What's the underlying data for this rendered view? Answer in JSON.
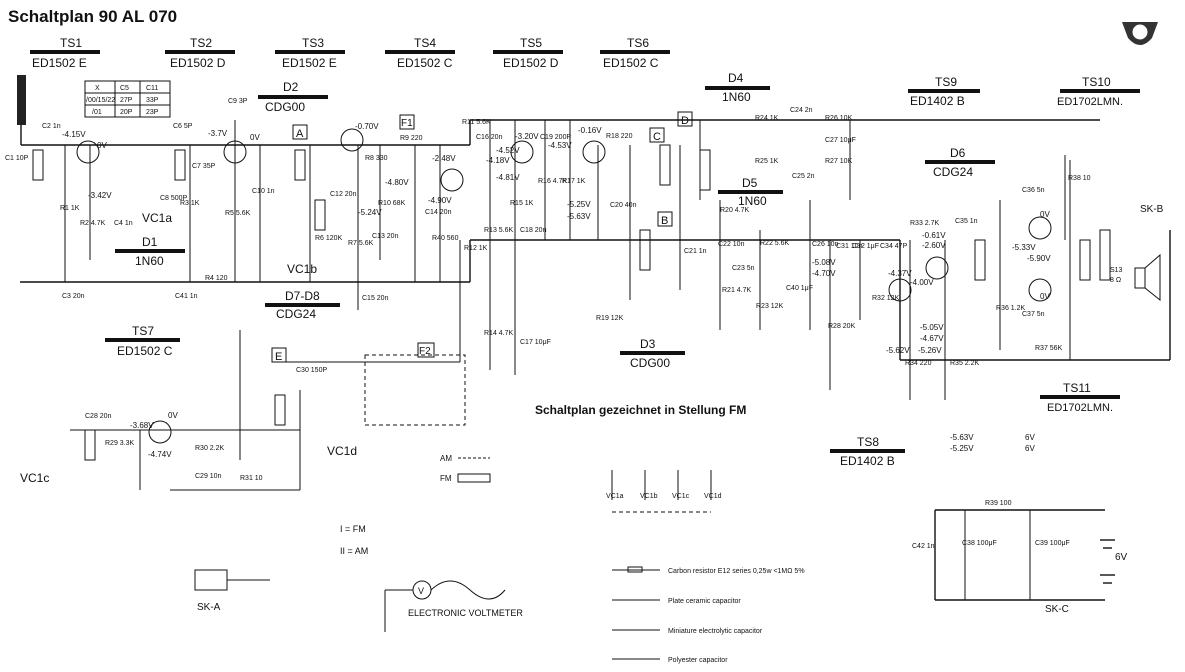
{
  "title": "Schaltplan 90 AL 070",
  "subtitle": "Schaltplan gezeichnet in Stellung FM",
  "transistors": [
    {
      "name": "TS1",
      "type": "ED1502 E"
    },
    {
      "name": "TS2",
      "type": "ED1502 D"
    },
    {
      "name": "TS3",
      "type": "ED1502 E"
    },
    {
      "name": "TS4",
      "type": "ED1502 C"
    },
    {
      "name": "TS5",
      "type": "ED1502 D"
    },
    {
      "name": "TS6",
      "type": "ED1502 C"
    },
    {
      "name": "TS7",
      "type": "ED1502 C"
    },
    {
      "name": "TS8",
      "type": "ED1402 B"
    },
    {
      "name": "TS9",
      "type": "ED1402 B"
    },
    {
      "name": "TS10",
      "type": "ED1702LMN."
    },
    {
      "name": "TS11",
      "type": "ED1702LMN."
    }
  ],
  "diodes": [
    {
      "name": "D1",
      "type": "1N60"
    },
    {
      "name": "D2",
      "type": "CDG00"
    },
    {
      "name": "D3",
      "type": "CDG00"
    },
    {
      "name": "D4",
      "type": "1N60"
    },
    {
      "name": "D5",
      "type": "1N60"
    },
    {
      "name": "D6",
      "type": "CDG24"
    },
    {
      "name": "D7-D8",
      "type": "CDG24"
    }
  ],
  "table": {
    "headers": [
      "X",
      "C5",
      "C11"
    ],
    "rows": [
      [
        "/00/15/22",
        "27P",
        "33P"
      ],
      [
        "/01",
        "20P",
        "23P"
      ]
    ]
  },
  "voltages": [
    "-4.15V",
    "0V",
    "-3.42V",
    "-3.7V",
    "0V",
    "-0.70V",
    "-2.48V",
    "-4.80V",
    "-4.90V",
    "-5.24V",
    "-4.52V",
    "-4.81V",
    "-4.18V",
    "-0.16V",
    "-3.20V",
    "-4.53V",
    "-5.25V",
    "-5.63V",
    "-5.08V",
    "-4.70V",
    "-0.61V",
    "-2.60V",
    "-4.37V",
    "-4.00V",
    "-5.05V",
    "-4.67V",
    "-5.62V",
    "-5.26V",
    "-5.33V",
    "-5.90V",
    "0V",
    "0V",
    "-3.68V",
    "0V",
    "-4.74V",
    "-5.63V",
    "-5.25V",
    "6V",
    "6V"
  ],
  "components": [
    "R1 1K",
    "R2 4.7K",
    "R3 1K",
    "R4 120",
    "R5 5.6K",
    "R6 120K",
    "R7 5.6K",
    "R8 330",
    "R9 220",
    "R10 68K",
    "R11 5.6K",
    "R12 1K",
    "R13 5.6K",
    "R14 4.7K",
    "R15 1K",
    "R16 4.7K",
    "R17 1K",
    "R18 220",
    "R19 12K",
    "R20 4.7K",
    "R21 4.7K",
    "R22 5.6K",
    "R23 12K",
    "R24 1K",
    "R25 1K",
    "R26 10K",
    "R27 10K",
    "R28 20K",
    "R29 3.3K",
    "R30 2.2K",
    "R31 10",
    "R32 12K",
    "R33 2.7K",
    "R34 220",
    "R35 2.2K",
    "R36 1.2K",
    "R37 56K",
    "R38 10",
    "R39 100",
    "R40 560"
  ],
  "capacitors": [
    "C1 10P",
    "C2 1n",
    "C3 20n",
    "C4 1n",
    "C6 5P",
    "C7 35P",
    "C8 500P",
    "C9 3P",
    "C10 1n",
    "C12 20n",
    "C13 20n",
    "C14 20n",
    "C15 20n",
    "C16 20n",
    "C17 10μF",
    "C18 20n",
    "C19 200P",
    "C20 40n",
    "C21 1n",
    "C22 10n",
    "C23 5n",
    "C24 2n",
    "C25 2n",
    "C26 10n",
    "C27 10μF",
    "C28 20n",
    "C29 10n",
    "C30 150P",
    "C31 10n",
    "C32 1μF",
    "C34 47P",
    "C35 1n",
    "C36 5n",
    "C37 5n",
    "C38 100μF",
    "C39 100μF",
    "C40 1μF",
    "C41 1n",
    "C42 1n"
  ],
  "tuning": [
    "VC1a",
    "VC1b",
    "VC1c",
    "VC1d"
  ],
  "switch_labels": {
    "fm": "I = FM",
    "am": "II = AM",
    "am_legend": "AM",
    "fm_legend": "FM",
    "ska": "SK-A",
    "skb": "SK-B",
    "skc": "SK-C"
  },
  "boxes": [
    "A",
    "B",
    "C",
    "D",
    "E",
    "F1",
    "F2"
  ],
  "meter": "ELECTRONIC VOLTMETER",
  "battery": "6V",
  "speaker": {
    "name": "S13",
    "impedance": "8 Ω"
  },
  "legend": [
    {
      "label": "Carbon resistor E12 series 0,25w <1MΩ 5%"
    },
    {
      "label": "Plate ceramic capacitor"
    },
    {
      "label": "Miniature electrolytic capacitor"
    },
    {
      "label": "Polyester capacitor"
    }
  ],
  "legend_icon": "record-logo-icon"
}
